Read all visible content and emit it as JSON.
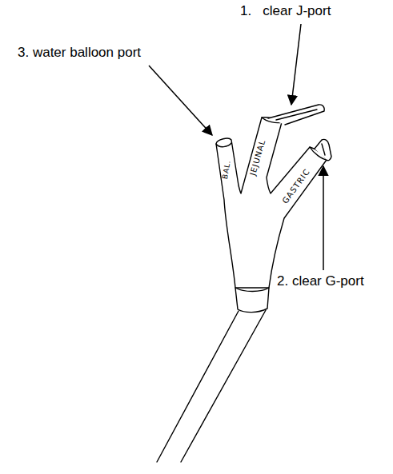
{
  "diagram": {
    "labels": [
      "1.   clear J-port",
      "3. water balloon port",
      "2. clear G-port",
      "BAL.",
      "JEJUNAL",
      "GASTRIC"
    ]
  }
}
